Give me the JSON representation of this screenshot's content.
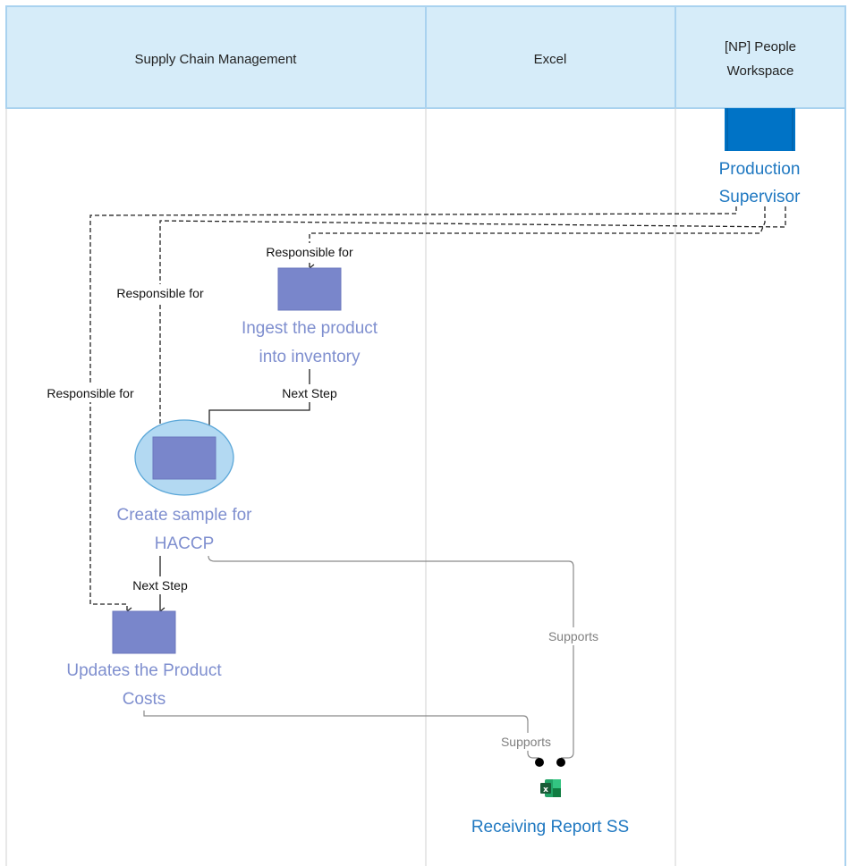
{
  "lanes": [
    {
      "title": "Supply Chain Management"
    },
    {
      "title": "Excel"
    },
    {
      "title_line1": "[NP] People",
      "title_line2": "Workspace"
    }
  ],
  "actor": {
    "line1": "Production",
    "line2": "Supervisor"
  },
  "processes": {
    "ingest": {
      "line1": "Ingest the product",
      "line2": "into inventory"
    },
    "sample": {
      "line1": "Create sample for",
      "line2": "HACCP"
    },
    "costs": {
      "line1": "Updates the Product",
      "line2": "Costs"
    }
  },
  "application": {
    "label": "Receiving Report SS"
  },
  "edge_labels": {
    "responsible_ingest": "Responsible for",
    "responsible_sample": "Responsible for",
    "responsible_costs": "Responsible for",
    "next_step_1": "Next Step",
    "next_step_2": "Next Step",
    "supports_1": "Supports",
    "supports_2": "Supports"
  },
  "colors": {
    "header_fill": "#d6ecf9",
    "header_border": "#a9d2ef",
    "process_fill": "#7986cb",
    "highlight_fill": "#b3d9f2",
    "actor_fill": "#0073c6",
    "excel_green": "#1f7a43"
  }
}
